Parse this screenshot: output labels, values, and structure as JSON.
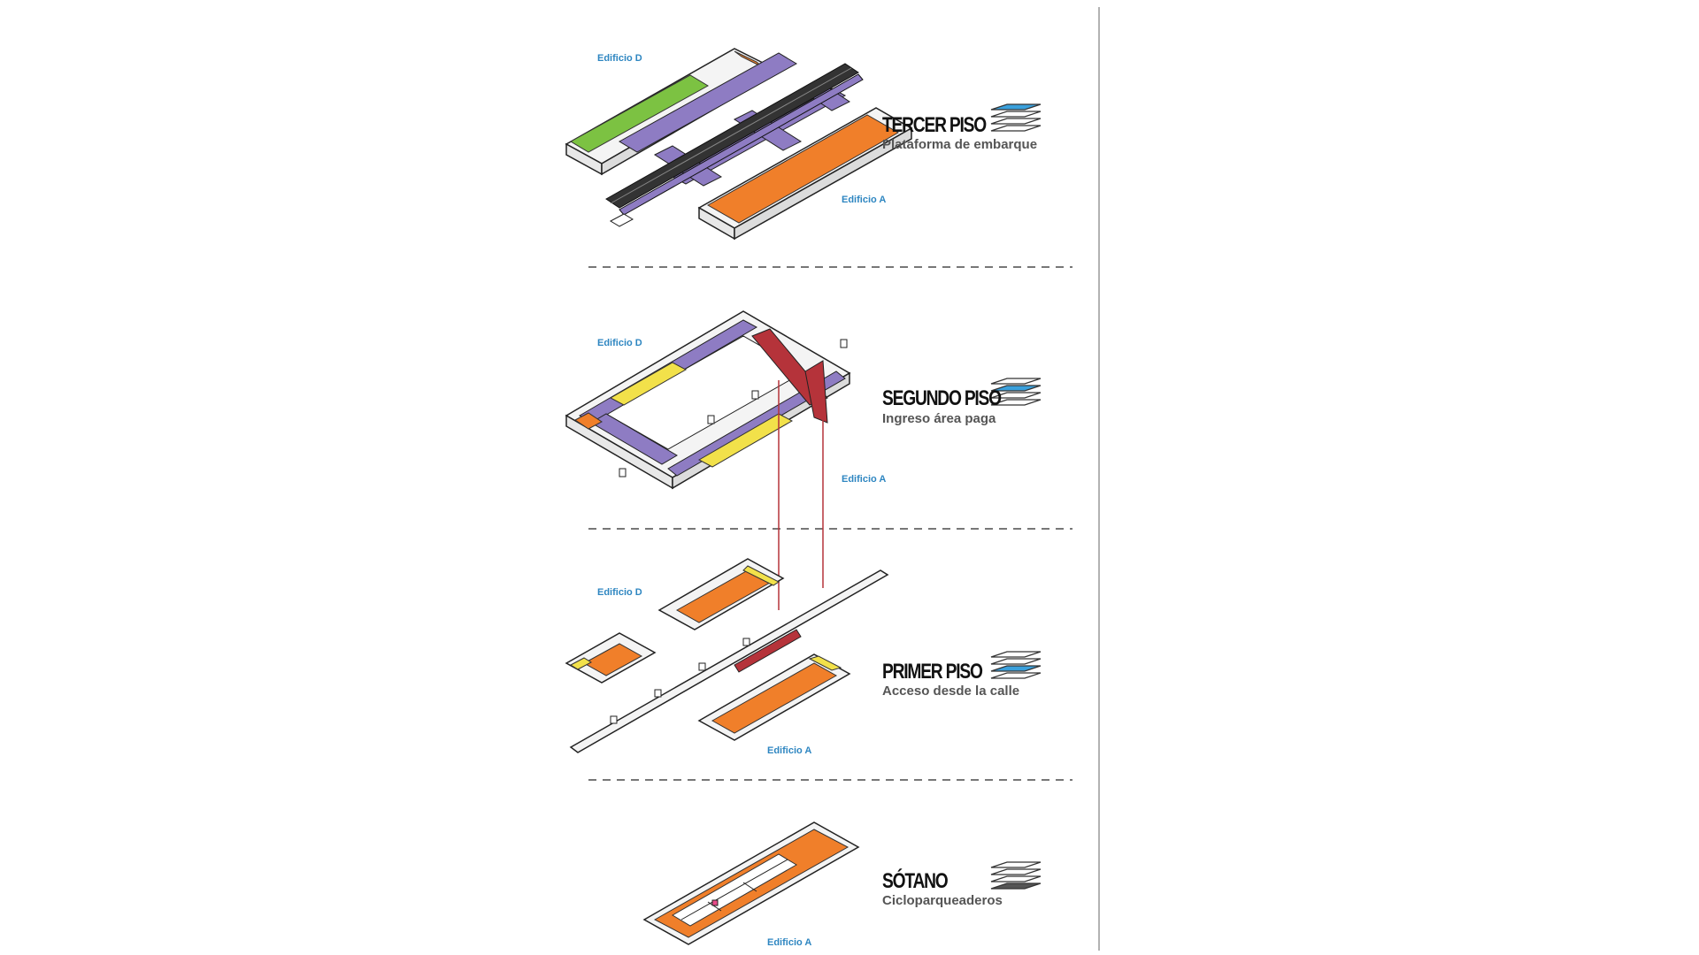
{
  "floors": [
    {
      "id": "tercer",
      "title": "TERCER PISO",
      "subtitle": "Plataforma de embarque",
      "highlight_layer": 1
    },
    {
      "id": "segundo",
      "title": "SEGUNDO PISO",
      "subtitle": "Ingreso área paga",
      "highlight_layer": 2
    },
    {
      "id": "primer",
      "title": "PRIMER PISO",
      "subtitle": "Acceso desde la calle",
      "highlight_layer": 3
    },
    {
      "id": "sotano",
      "title": "SÓTANO",
      "subtitle": "Cicloparqueaderos",
      "highlight_layer": 4
    }
  ],
  "building_labels": {
    "d": "Edificio D",
    "a": "Edificio A"
  },
  "colors": {
    "accent_blue": "#2e86c1",
    "layer_highlight": "#3aa0dc",
    "layer_dark": "#555555",
    "purple": "#8e7cc3",
    "green": "#7cc242",
    "orange": "#f07f2a",
    "yellow": "#f2e14a",
    "red": "#b5333a",
    "divider": "#777777"
  }
}
